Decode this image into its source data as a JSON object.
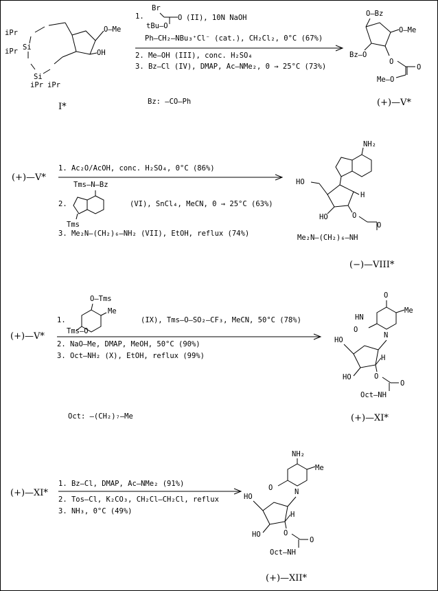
{
  "scheme1": {
    "start_label": "I*",
    "start_groups": {
      "iPr1": "iPr",
      "iPr2": "iPr",
      "iPr3": "iPr",
      "iPr4": "iPr",
      "Si1": "Si",
      "Si2": "Si",
      "OMe": "O—Me",
      "OH": "OH"
    },
    "step1_num": "1.",
    "reagent_II_top": "Br",
    "reagent_II_mid": "O",
    "reagent_II_bot": "tBu—O",
    "step1_text": "(II), 10N NaOH",
    "step1_line2": "Ph—CH₂—NBu₃⁺Cl⁻ (cat.), CH₂Cl₂, 0°C (67%)",
    "step2": "2.  Me—OH (III), conc. H₂SO₄",
    "step3": "3.  Bz—Cl (IV), DMAP, Ac—NMe₂, 0 → 25°C (73%)",
    "bz_def": "Bz:  —CO—Ph",
    "product_label": "(+)—V*",
    "product_groups": {
      "OBz_top": "O—Bz",
      "OMe": "O—Me",
      "BzO": "Bz—O",
      "O": "O",
      "O2": "O",
      "MeO": "Me—O"
    }
  },
  "scheme2": {
    "start_label": "(+)—V*",
    "step1": "1.  Ac₂O/AcOH, conc. H₂SO₄, 0°C (86%)",
    "step2_num": "2.",
    "step2_base": "Tms—N—Bz",
    "step2_tms": "Tms",
    "step2_text": "(VI), SnCl₄, MeCN, 0 → 25°C (63%)",
    "step3": "3.  Me₂N—(CH₂)₆—NH₂ (VII), EtOH, reflux (74%)",
    "product_label": "(−)—VIII*",
    "product_groups": {
      "NH2": "NH₂",
      "HO": "HO",
      "H": "H",
      "HO2": "HO",
      "O": "O",
      "chain": "Me₂N—(CH₂)₆—NH"
    }
  },
  "scheme3": {
    "start_label": "(+)—V*",
    "step1_num": "1.",
    "step1_otms": "O—Tms",
    "step1_me": "Me",
    "step1_tmso": "Tms—O",
    "step1_text": "(IX), Tms—O—SO₂—CF₃, MeCN, 50°C (78%)",
    "step2": "2.  NaO—Me, DMAP, MeOH, 50°C (90%)",
    "step3": "3.  Oct—NH₂ (X), EtOH, reflux (99%)",
    "oct_def": "Oct: —(CH₂)₇—Me",
    "product_label": "(+)—XI*",
    "product_groups": {
      "O": "O",
      "HN": "HN",
      "Me": "Me",
      "O2": "O",
      "N": "N",
      "HO": "HO",
      "H": "H",
      "HO2": "HO",
      "O3": "O",
      "OctNH": "Oct—NH"
    }
  },
  "scheme4": {
    "start_label": "(+)—XI*",
    "step1": "1.  Bz—Cl, DMAP, Ac—NMe₂ (91%)",
    "step2": "2.  Tos—Cl, K₂CO₃, CH₂Cl—CH₂Cl, reflux",
    "step3": "3.  NH₃, 0°C (49%)",
    "product_label": "(+)—XII*",
    "product_groups": {
      "NH2": "NH₂",
      "Me": "Me",
      "O": "O",
      "N": "N",
      "HO": "HO",
      "H": "H",
      "HO2": "HO",
      "O3": "O",
      "OctNH": "Oct—NH"
    }
  }
}
